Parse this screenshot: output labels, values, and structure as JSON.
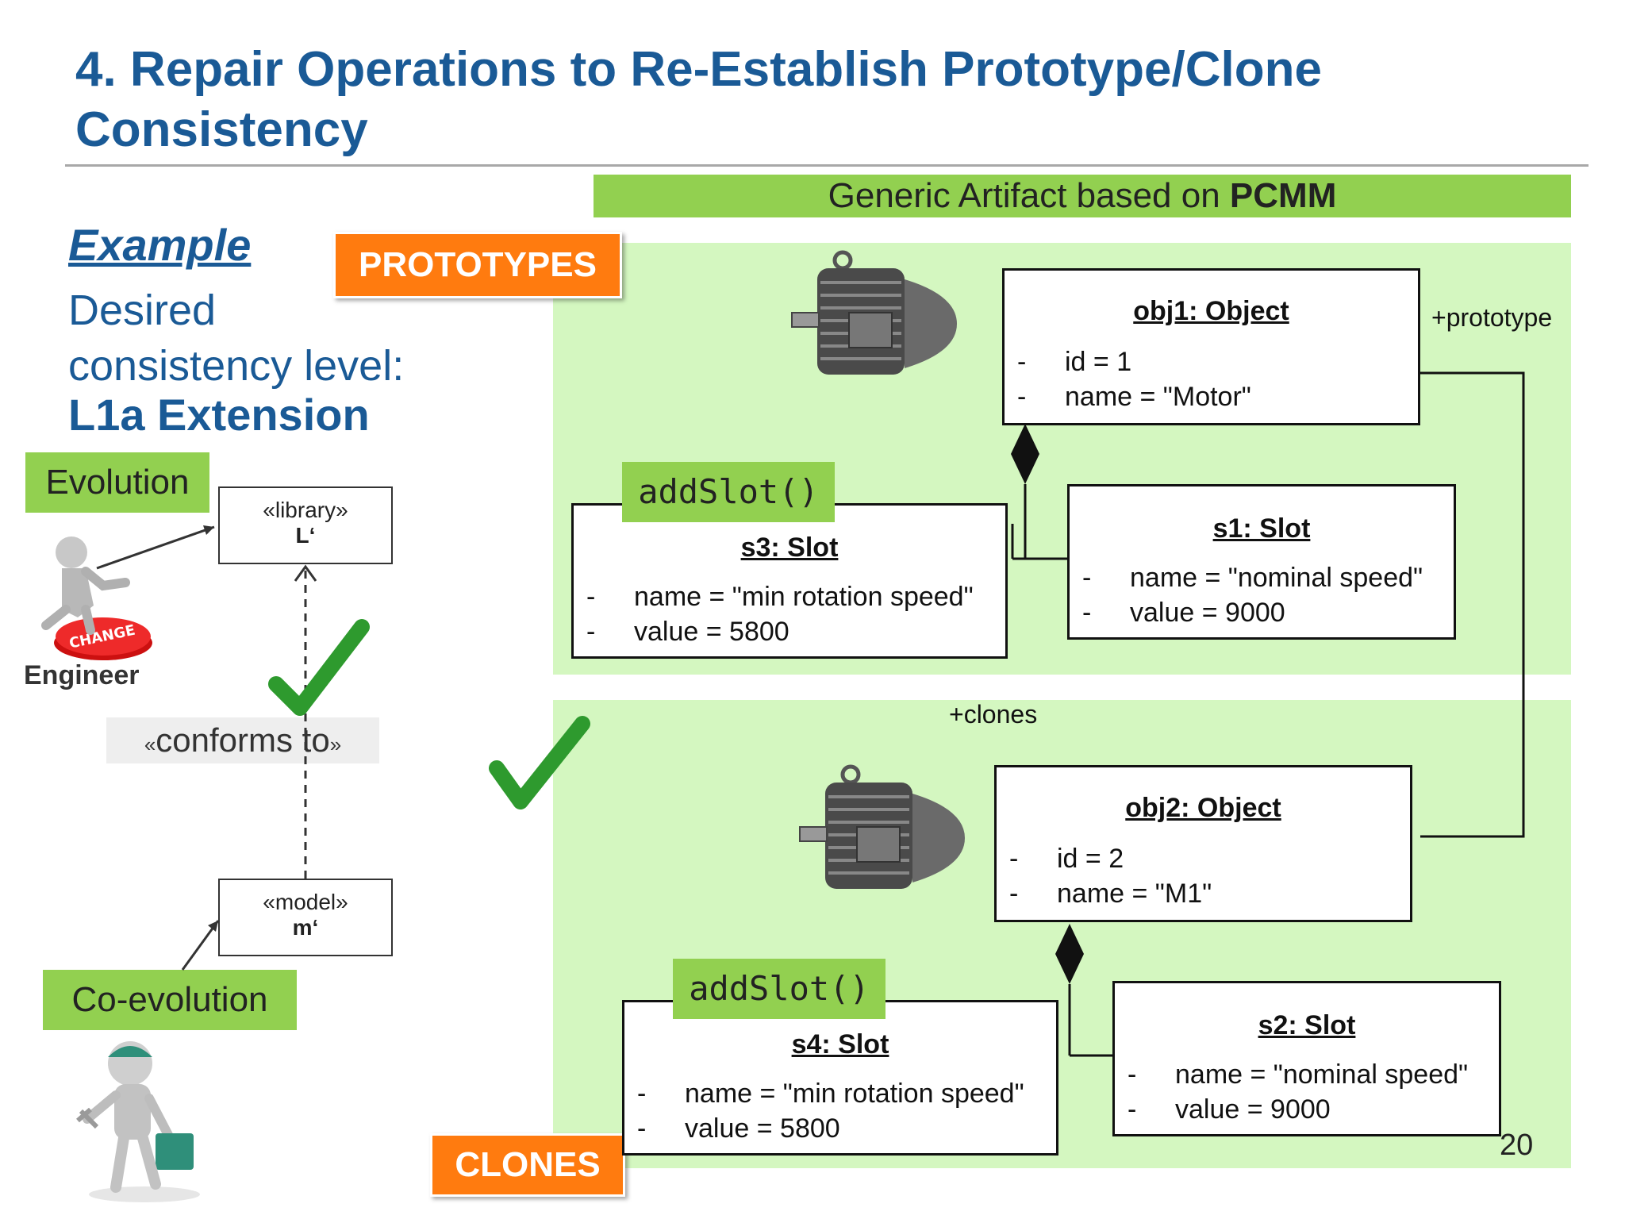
{
  "slide": {
    "title_line1": "4. Repair Operations to Re-Establish Prototype/Clone",
    "title_line2": "Consistency",
    "page_number": "20"
  },
  "banner": {
    "text": "Generic Artifact based on ",
    "bold": "PCMM"
  },
  "left": {
    "example": "Example",
    "desired_line1": "Desired",
    "desired_line2": "consistency level:",
    "level": "L1a Extension",
    "evolution": "Evolution",
    "engineer": "Engineer",
    "change_button": "CHANGE",
    "library_stereo": "«library»",
    "library_name": "L‘",
    "conforms_open": "«",
    "conforms_text": "conforms to",
    "conforms_close": "»",
    "model_stereo": "«model»",
    "model_name": "m‘",
    "coevolution": "Co-evolution"
  },
  "labels": {
    "prototypes": "PROTOTYPES",
    "clones": "CLONES",
    "prototype_role": "+prototype",
    "clones_role": "+clones"
  },
  "prototypes": {
    "obj": {
      "title": "obj1: Object",
      "attrs": [
        "id = 1",
        "name = \"Motor\""
      ]
    },
    "op": "addSlot()",
    "new_slot": {
      "title": "s3: Slot",
      "attrs": [
        "name = \"min rotation speed\"",
        "value = 5800"
      ]
    },
    "slot": {
      "title": "s1: Slot",
      "attrs": [
        "name = \"nominal speed\"",
        "value = 9000"
      ]
    }
  },
  "clones": {
    "obj": {
      "title": "obj2: Object",
      "attrs": [
        "id = 2",
        "name = \"M1\""
      ]
    },
    "op": "addSlot()",
    "new_slot": {
      "title": "s4: Slot",
      "attrs": [
        "name = \"min rotation speed\"",
        "value = 5800"
      ]
    },
    "slot": {
      "title": "s2: Slot",
      "attrs": [
        "name = \"nominal speed\"",
        "value = 9000"
      ]
    }
  },
  "colors": {
    "title": "#1a5a96",
    "green": "#92d050",
    "zone": "#d4f7c0",
    "orange": "#ff7b0f",
    "check": "#2e9a2e"
  },
  "icons": [
    "motor-icon",
    "check-icon",
    "engineer-icon",
    "worker-icon"
  ]
}
